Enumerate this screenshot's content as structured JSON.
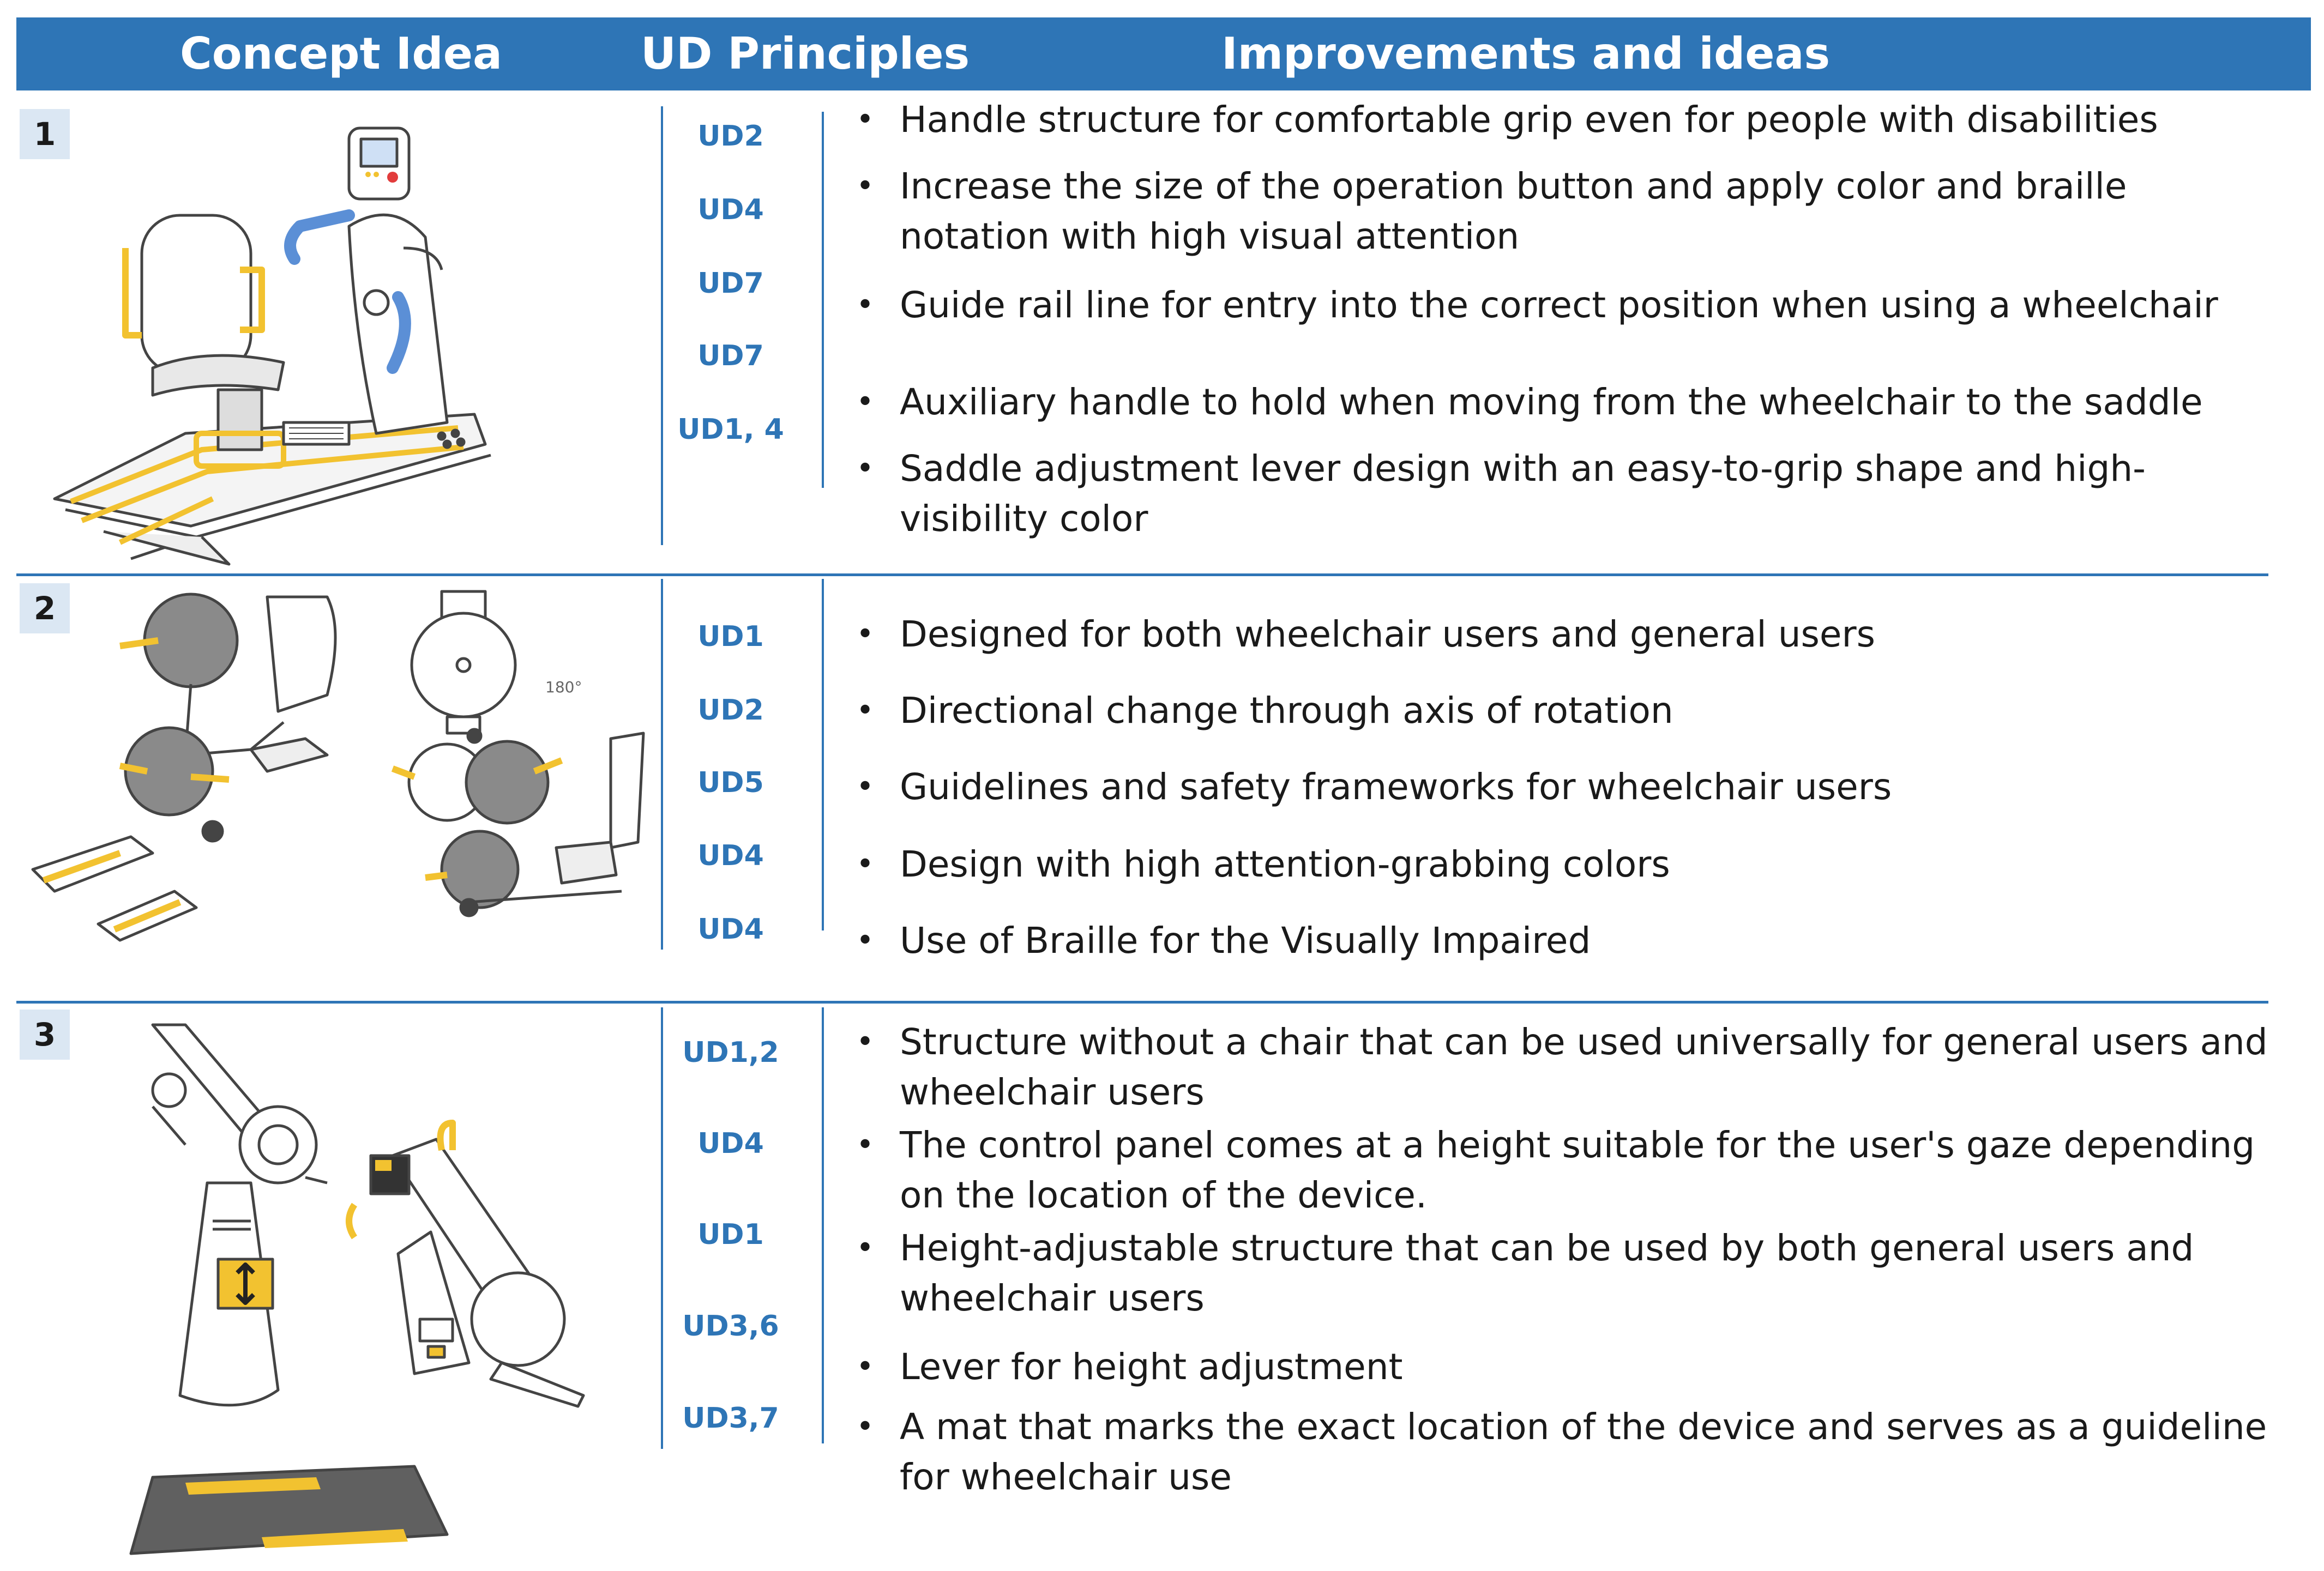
{
  "header": {
    "concept": "Concept Idea",
    "ud": "UD Principles",
    "improvements": "Improvements and ideas"
  },
  "rows": [
    {
      "number": "1",
      "ud": [
        "UD2",
        "UD4",
        "UD7",
        "UD7",
        "UD1, 4"
      ],
      "bullets": [
        "Handle structure for comfortable grip even for people with disabilities",
        "Increase the size of the operation button and apply color and braille notation with high visual attention",
        "Guide rail line for entry into the correct position when using a wheelchair",
        "Auxiliary handle to hold when moving from the wheelchair to the saddle",
        "Saddle adjustment lever design with an easy-to-grip shape and high-visibility color"
      ]
    },
    {
      "number": "2",
      "ud": [
        "UD1",
        "UD2",
        "UD5",
        "UD4",
        "UD4"
      ],
      "bullets": [
        "Designed for both wheelchair users and general users",
        "Directional change through axis of rotation",
        "Guidelines and safety frameworks for wheelchair users",
        "Design with high attention-grabbing colors",
        "Use of Braille for the Visually Impaired"
      ]
    },
    {
      "number": "3",
      "ud": [
        "UD1,2",
        "UD4",
        "UD1",
        "UD3,6",
        "UD3,7"
      ],
      "bullets": [
        "Structure without a chair that can be used universally for general users and wheelchair users",
        "The control panel comes at a height suitable for the user's gaze depending on the location of the device.",
        "Height-adjustable structure that can be used by both general users and wheelchair users",
        "Lever for height adjustment",
        "A mat that marks the exact location of the device and serves as a guideline for wheelchair use"
      ]
    }
  ],
  "colors": {
    "accent": "#2e75b6",
    "highlight": "#f2c230",
    "handle_blue": "#5b8fd6",
    "number_bg": "#dbe7f3"
  }
}
